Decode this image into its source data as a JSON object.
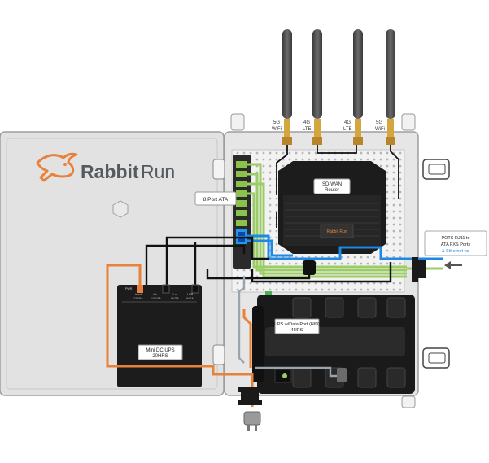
{
  "brand": {
    "name_part1": "Rabbit",
    "name_part2": "Run"
  },
  "labels": {
    "antenna_1": [
      "5G",
      "WiFi"
    ],
    "antenna_2": [
      "4G",
      "LTE"
    ],
    "antenna_3": [
      "4G",
      "LTE"
    ],
    "antenna_4": [
      "5G",
      "WiFi"
    ],
    "ata": "8 Port ATA",
    "router": [
      "SD-WAN",
      "Router"
    ],
    "router_badge": "Rabbit Run",
    "pots": [
      "POTS RJ11 to",
      "ATA FXS Ports",
      "& Ethernet for"
    ],
    "ups_dc": [
      "Mini DC UPS",
      "20HRS"
    ],
    "ups_dc_ports": [
      "PWR",
      "Input",
      "12V/5A",
      "4 x",
      "12V/1A",
      "1 x",
      "9V/2A",
      "USB",
      "5V/2A"
    ],
    "ups_main": [
      "UPS w/Data Port (HID)",
      "4HRS"
    ]
  },
  "colors": {
    "orange_cable": "#e8823a",
    "green_cable": "#9ccc65",
    "blue_cable": "#1e88e5",
    "black_cable": "#111111",
    "grey_cable": "#9aa5ad",
    "enclosure": "#e6e6e6",
    "brand_orange": "#e8823a"
  }
}
